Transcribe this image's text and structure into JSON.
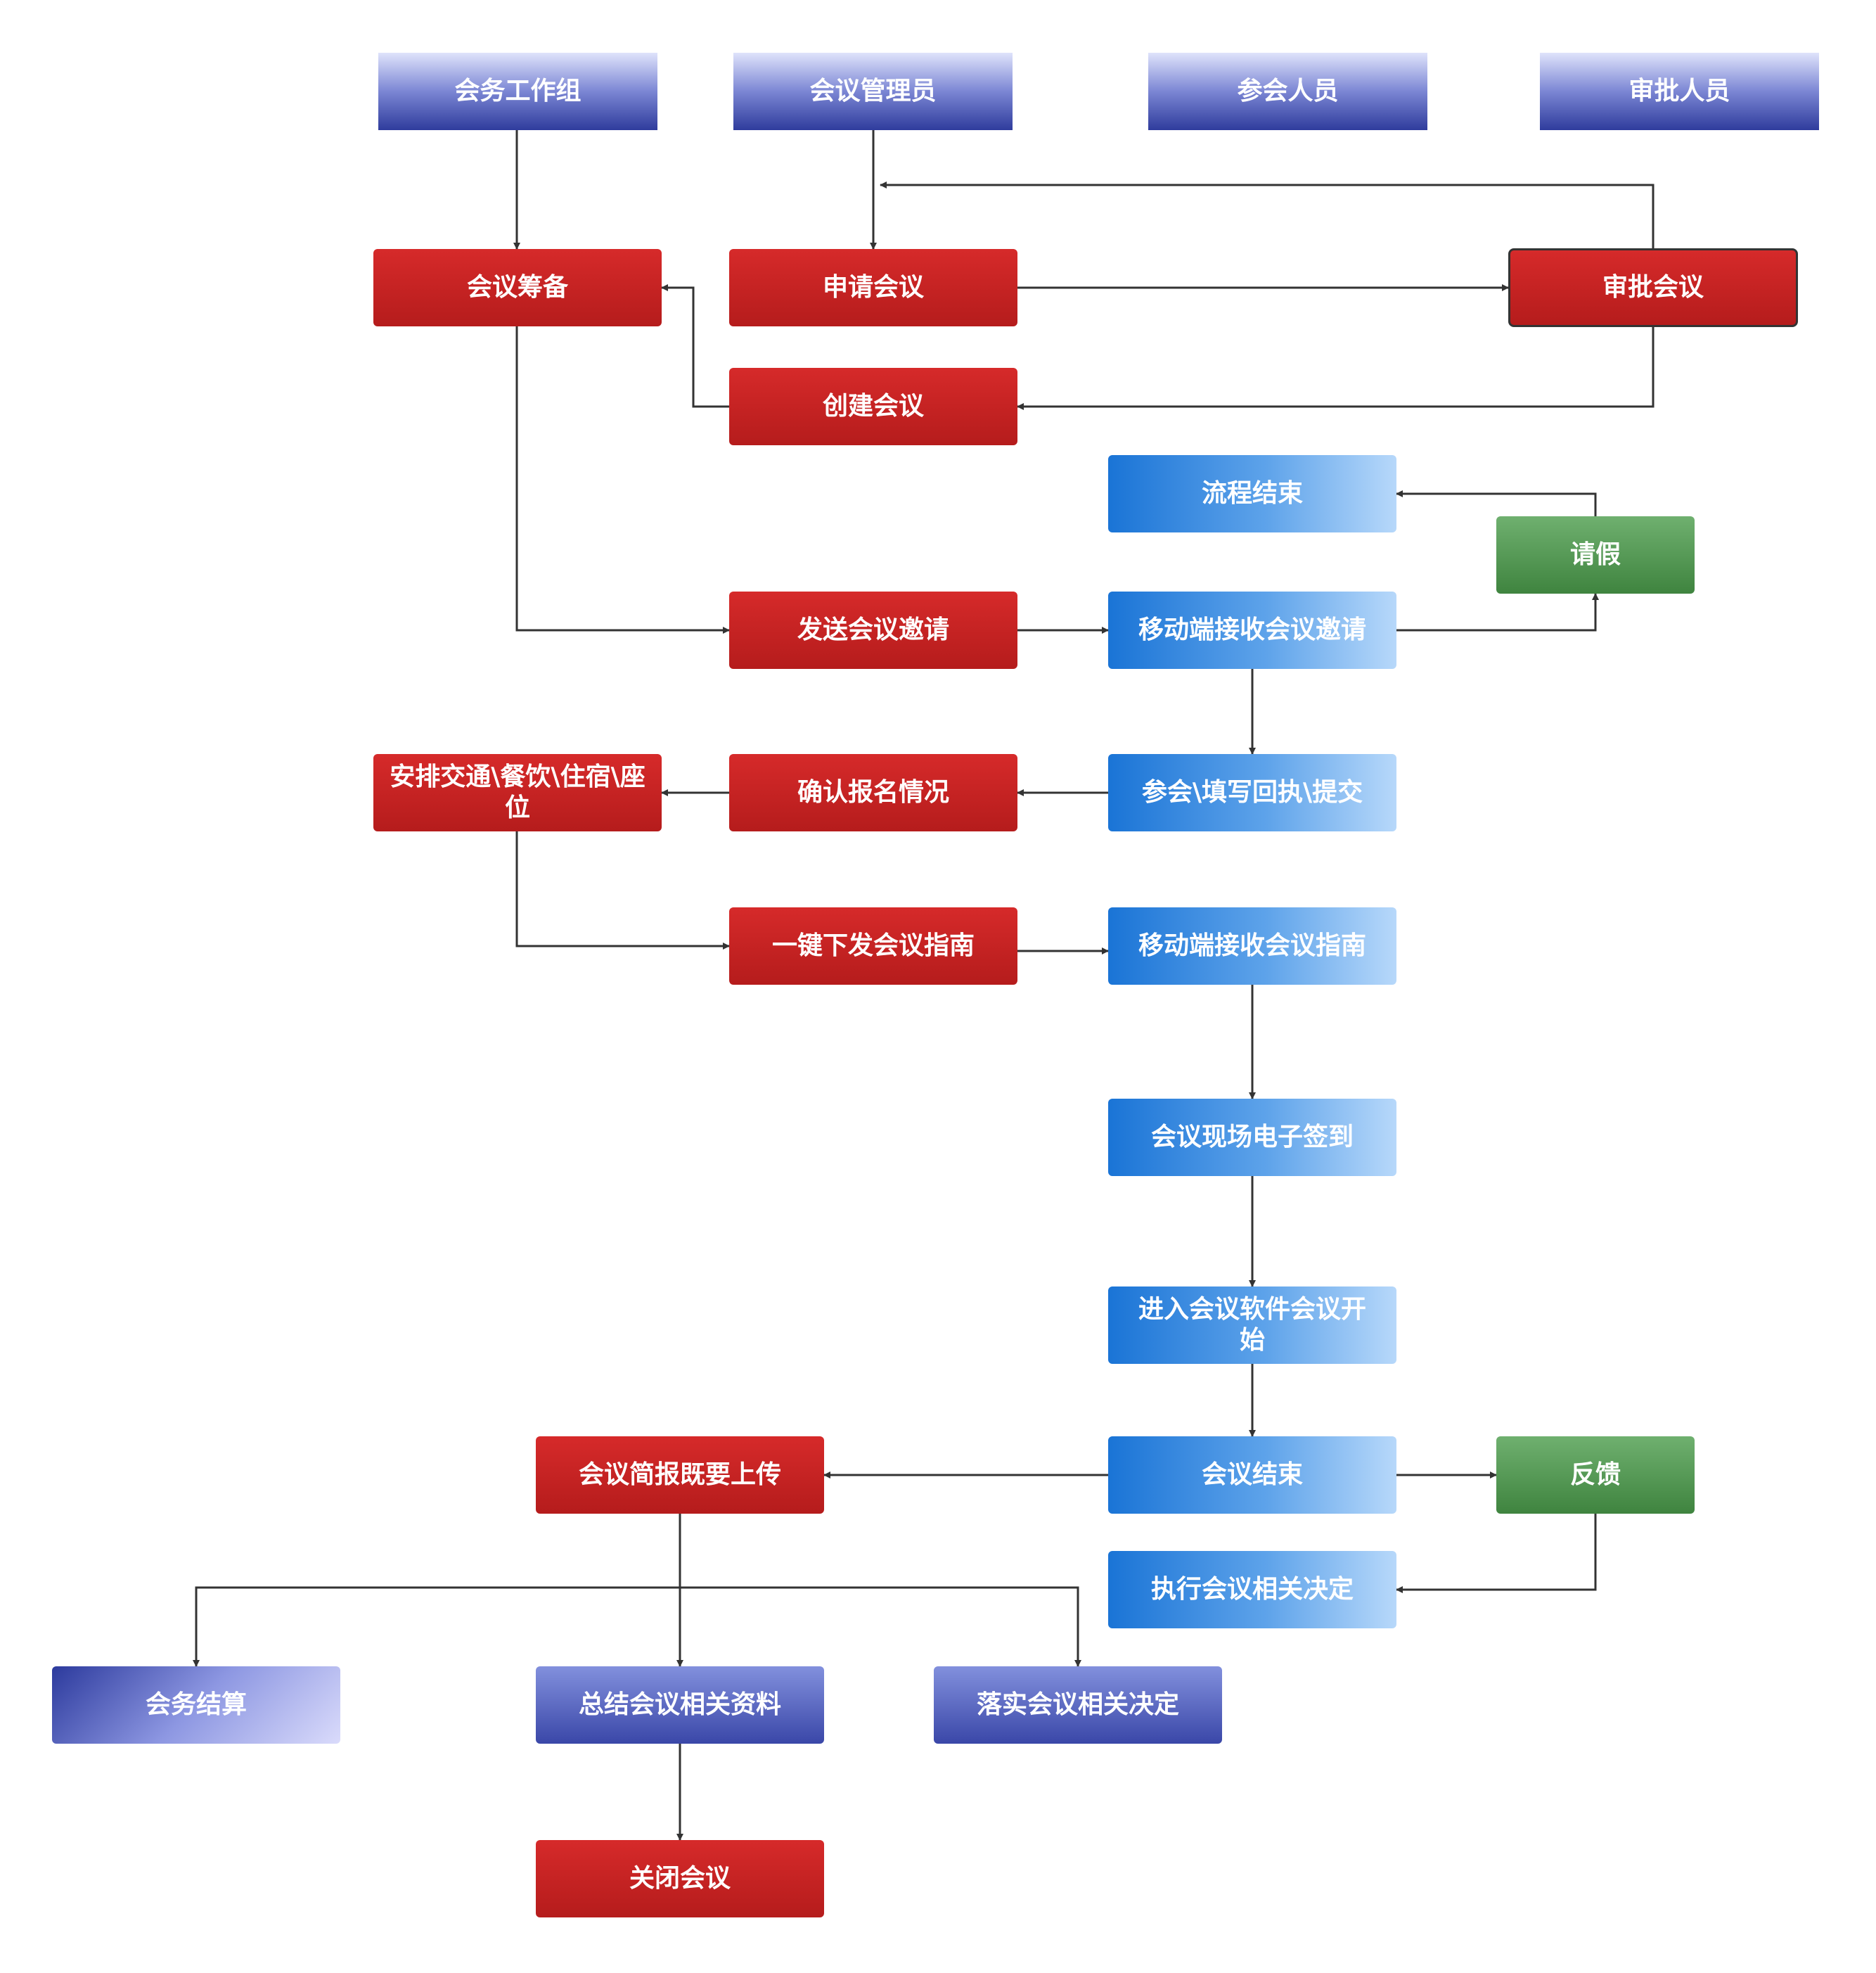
{
  "lanes": {
    "lane1": "会务工作组",
    "lane2": "会议管理员",
    "lane3": "参会人员",
    "lane4": "审批人员"
  },
  "nodes": {
    "prepare": "会议筹备",
    "apply": "申请会议",
    "approve": "审批会议",
    "create": "创建会议",
    "flow_end": "流程结束",
    "leave": "请假",
    "send_invite": "发送会议邀请",
    "mobile_invite": "移动端接收会议邀请",
    "arrange": "安排交通\\餐饮\\住宿\\座位",
    "confirm": "确认报名情况",
    "attend_reply": "参会\\填写回执\\提交",
    "send_guide": "一键下发会议指南",
    "mobile_guide": "移动端接收会议指南",
    "checkin": "会议现场电子签到",
    "start": "进入会议软件会议开始",
    "end": "会议结束",
    "brief": "会议简报既要上传",
    "feedback": "反馈",
    "execute": "执行会议相关决定",
    "settle": "会务结算",
    "summarize": "总结会议相关资料",
    "implement": "落实会议相关决定",
    "close": "关闭会议"
  },
  "colors": {
    "red": "#c62222",
    "blue": "#3b8ce0",
    "green": "#4e944e",
    "indigo": "#3a47a8",
    "edge": "#333333"
  }
}
